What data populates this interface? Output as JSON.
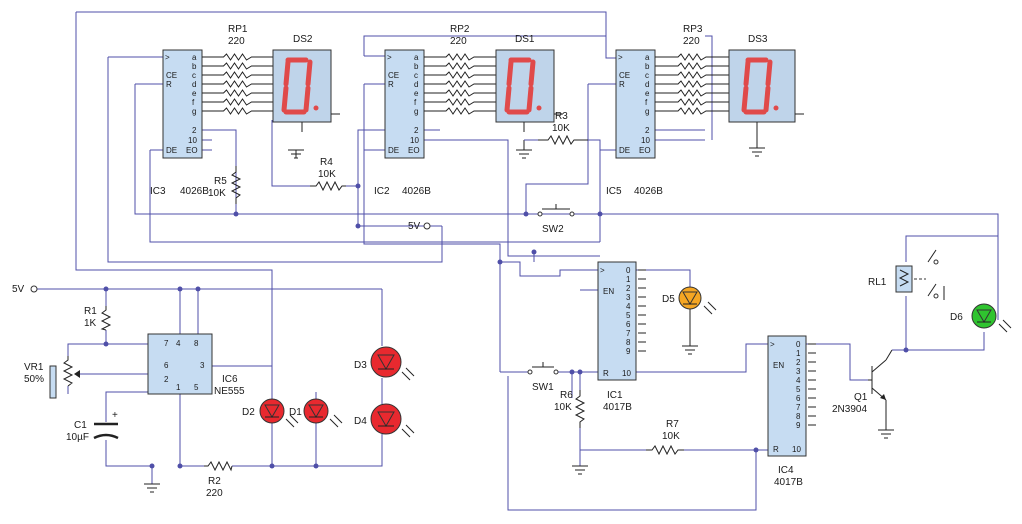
{
  "components": {
    "rp1": {
      "ref": "RP1",
      "value": "220"
    },
    "rp2": {
      "ref": "RP2",
      "value": "220"
    },
    "rp3": {
      "ref": "RP3",
      "value": "220"
    },
    "ds1": {
      "ref": "DS1"
    },
    "ds2": {
      "ref": "DS2"
    },
    "ds3": {
      "ref": "DS3"
    },
    "ic1": {
      "ref": "IC1",
      "part": "4017B"
    },
    "ic2": {
      "ref": "IC2",
      "part": "4026B"
    },
    "ic3": {
      "ref": "IC3",
      "part": "4026B"
    },
    "ic4": {
      "ref": "IC4",
      "part": "4017B"
    },
    "ic5": {
      "ref": "IC5",
      "part": "4026B"
    },
    "ic6": {
      "ref": "IC6",
      "part": "NE555"
    },
    "r1": {
      "ref": "R1",
      "value": "1K"
    },
    "r2": {
      "ref": "R2",
      "value": "220"
    },
    "r3": {
      "ref": "R3",
      "value": "10K"
    },
    "r4": {
      "ref": "R4",
      "value": "10K"
    },
    "r5": {
      "ref": "R5",
      "value": "10K"
    },
    "r6": {
      "ref": "R6",
      "value": "10K"
    },
    "r7": {
      "ref": "R7",
      "value": "10K"
    },
    "c1": {
      "ref": "C1",
      "value": "10µF"
    },
    "vr1": {
      "ref": "VR1",
      "value": "50%"
    },
    "sw1": {
      "ref": "SW1"
    },
    "sw2": {
      "ref": "SW2"
    },
    "q1": {
      "ref": "Q1",
      "part": "2N3904"
    },
    "rl1": {
      "ref": "RL1"
    },
    "d1": {
      "ref": "D1"
    },
    "d2": {
      "ref": "D2"
    },
    "d3": {
      "ref": "D3"
    },
    "d4": {
      "ref": "D4"
    },
    "d5": {
      "ref": "D5"
    },
    "d6": {
      "ref": "D6"
    }
  },
  "supply": {
    "v5_a": "5V",
    "v5_b": "5V"
  },
  "pins": {
    "counter4026": [
      "a",
      "b",
      "c",
      "d",
      "e",
      "f",
      "g"
    ],
    "counter4026_ctrl": {
      "clk": ">",
      "ce": "CE",
      "r": "R",
      "de": "DE",
      "p2": "2",
      "p10": "10",
      "eo": "EO"
    },
    "decade4017": [
      "0",
      "1",
      "2",
      "3",
      "4",
      "5",
      "6",
      "7",
      "8",
      "9"
    ],
    "decade4017_ctrl": {
      "en": "EN",
      "r": "R",
      "p10": "10"
    },
    "ne555": {
      "p1": "1",
      "p2": "2",
      "p3": "3",
      "p4": "4",
      "p5": "5",
      "p6": "6",
      "p7": "7",
      "p8": "8"
    },
    "cap_plus": "+"
  },
  "colors": {
    "wire": "#4f4fa8",
    "chip": "#c6dcf2",
    "segment": "#e04a4a",
    "led_red": "#e8292f",
    "led_yellow": "#f5a623",
    "led_green": "#2fc42f"
  }
}
